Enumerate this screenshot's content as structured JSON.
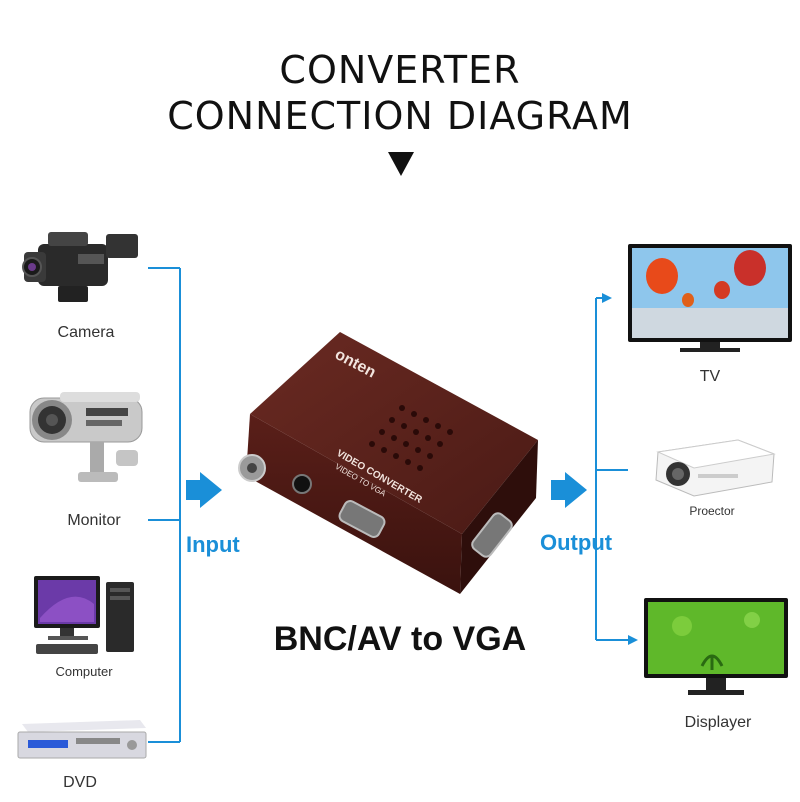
{
  "title": {
    "line1": "CONVERTER",
    "line2": "CONNECTION DIAGRAM"
  },
  "inputs": [
    {
      "label": "Camera",
      "icon": "camera-icon"
    },
    {
      "label": "Monitor",
      "icon": "cctv-camera-icon"
    },
    {
      "label": "Computer",
      "icon": "computer-icon"
    },
    {
      "label": "DVD",
      "icon": "dvd-player-icon"
    }
  ],
  "outputs": [
    {
      "label": "TV",
      "icon": "tv-icon"
    },
    {
      "label": "Proector",
      "icon": "projector-icon"
    },
    {
      "label": "Displayer",
      "icon": "monitor-icon"
    }
  ],
  "flow": {
    "input_label": "Input",
    "output_label": "Output"
  },
  "device": {
    "brand": "onten",
    "product_line1": "VIDEO CONVERTER",
    "product_line2": "VIDEO TO VGA",
    "caption": "BNC/AV to VGA"
  },
  "colors": {
    "flow_line": "#1a8fd8",
    "device_body": "#5a1c17",
    "title_text": "#111111"
  }
}
